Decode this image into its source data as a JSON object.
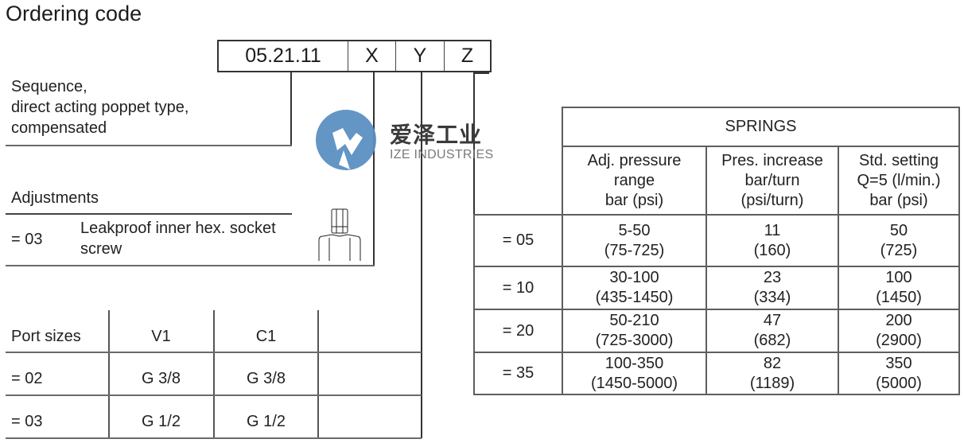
{
  "title": "Ordering code",
  "ordering_code": {
    "segments": [
      "05.21.11",
      "X",
      "Y",
      "Z"
    ]
  },
  "sequence_description": [
    "Sequence,",
    "direct acting poppet type,",
    "compensated"
  ],
  "watermark": {
    "logo_icon": "ize-industries-logo-icon",
    "chinese_name": "爱泽工业",
    "english_name": "IZE INDUSTRIES",
    "color": "#5b8fc2"
  },
  "adjustments": {
    "heading": "Adjustments",
    "options": [
      {
        "code": "= 03",
        "description_lines": [
          "Leakproof inner hex. socket",
          "screw"
        ],
        "icon": "hex-socket-screw-icon"
      }
    ]
  },
  "port_sizes": {
    "headers": [
      "Port sizes",
      "V1",
      "C1",
      ""
    ],
    "rows": [
      {
        "code": "= 02",
        "v1": "G 3/8",
        "c1": "G 3/8",
        "extra": ""
      },
      {
        "code": "= 03",
        "v1": "G 1/2",
        "c1": "G 1/2",
        "extra": ""
      }
    ]
  },
  "springs": {
    "title": "SPRINGS",
    "column_headers": [
      [
        "Adj. pressure",
        "range",
        "bar (psi)"
      ],
      [
        "Pres. increase",
        "bar/turn",
        "(psi/turn)"
      ],
      [
        "Std. setting",
        "Q=5 (l/min.)",
        "bar (psi)"
      ]
    ],
    "rows": [
      {
        "code": "= 05",
        "range": [
          "5-50",
          "(75-725)"
        ],
        "increase": [
          "11",
          "(160)"
        ],
        "setting": [
          "50",
          "(725)"
        ]
      },
      {
        "code": "= 10",
        "range": [
          "30-100",
          "(435-1450)"
        ],
        "increase": [
          "23",
          "(334)"
        ],
        "setting": [
          "100",
          "(1450)"
        ]
      },
      {
        "code": "= 20",
        "range": [
          "50-210",
          "(725-3000)"
        ],
        "increase": [
          "47",
          "(682)"
        ],
        "setting": [
          "200",
          "(2900)"
        ]
      },
      {
        "code": "= 35",
        "range": [
          "100-350",
          "(1450-5000)"
        ],
        "increase": [
          "82",
          "(1189)"
        ],
        "setting": [
          "350",
          "(5000)"
        ]
      }
    ]
  }
}
